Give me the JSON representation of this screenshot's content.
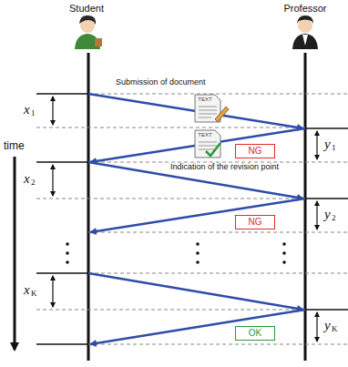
{
  "diagram": {
    "nodes": [
      {
        "text": [
          "NG"
        ]
      },
      {
        "text": [
          "NG"
        ]
      },
      {
        "text": [
          "OK"
        ]
      }
    ],
    "labels": [
      "Student",
      "Professor",
      "Submission of document",
      "Indication of the revision point",
      "time",
      "x",
      "1",
      "y",
      "1",
      "x",
      "2",
      "y",
      "2",
      "x",
      "K",
      "y",
      "K",
      "TEXT",
      "TEXT"
    ]
  }
}
